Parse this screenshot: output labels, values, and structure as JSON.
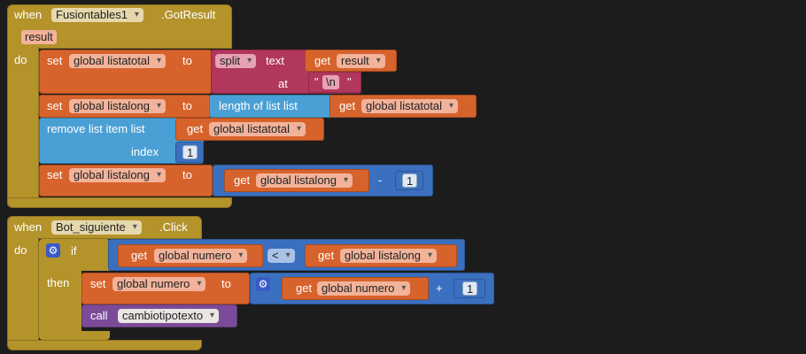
{
  "block1": {
    "when": "when",
    "component": "Fusiontables1",
    "event": ".GotResult",
    "param": "result",
    "do": "do",
    "row1": {
      "set": "set",
      "var": "global listatotal",
      "to": "to",
      "split": "split",
      "text": "text",
      "get": "get",
      "get_var": "result",
      "at": "at",
      "q_open": "\"",
      "sep": "\\n",
      "q_close": "\""
    },
    "row2": {
      "set": "set",
      "var": "global listalong",
      "to": "to",
      "length_label": "length of list  list",
      "get": "get",
      "get_var": "global listatotal"
    },
    "row3": {
      "remove_label": "remove list item  list",
      "get": "get",
      "get_var": "global listatotal",
      "index": "index",
      "index_val": "1"
    },
    "row4": {
      "set": "set",
      "var": "global listalong",
      "to": "to",
      "get": "get",
      "get_var": "global listalong",
      "op": "-",
      "num": "1"
    }
  },
  "block2": {
    "when": "when",
    "component": "Bot_siguiente",
    "event": ".Click",
    "do": "do",
    "if": "if",
    "then": "then",
    "cond": {
      "get": "get",
      "left_var": "global numero",
      "op": "<",
      "get2": "get",
      "right_var": "global listalong"
    },
    "setrow": {
      "set": "set",
      "var": "global numero",
      "to": "to",
      "get": "get",
      "get_var": "global numero",
      "op": "+",
      "num": "1"
    },
    "call": {
      "call": "call",
      "proc": "cambiotipotexto"
    }
  },
  "colors": {
    "background": "#1c1c1c",
    "event": "#b4932b",
    "variable": "#d7632c",
    "text": "#b2375c",
    "list": "#4aa0d4",
    "math": "#3b6fbf",
    "procedure": "#7b4b99"
  }
}
